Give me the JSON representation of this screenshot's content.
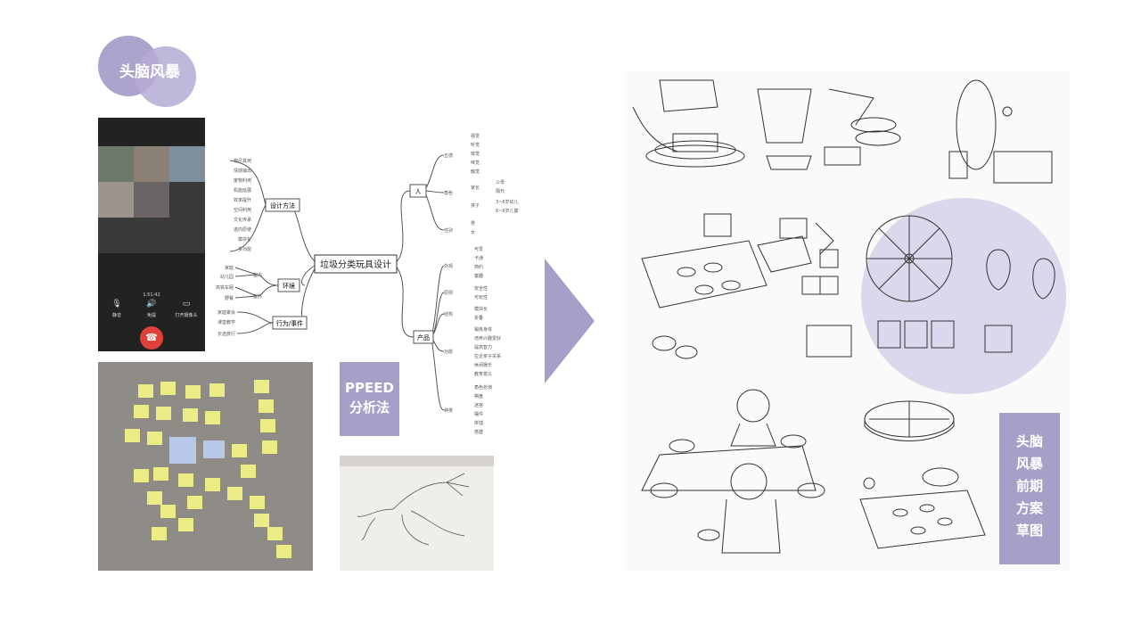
{
  "title_badge": "头脑风暴",
  "ppeed_badge": [
    "PPEED",
    "分析法"
  ],
  "sketch_badge": [
    "头脑",
    "风暴",
    "前期",
    "方案",
    "草图"
  ],
  "phone": {
    "time": "1:51:42",
    "controls": [
      "静音",
      "免提",
      "打开摄像头"
    ]
  },
  "mindmap": {
    "center": "垃圾分类玩具设计",
    "left": [
      {
        "label": "设计方法",
        "items": [
          "物尽其用",
          "情感输出",
          "废物利用",
          "机能延展",
          "效率提升",
          "空间利用",
          "文化传承",
          "诺内原使",
          "模块化",
          "多功能"
        ]
      },
      {
        "label": "环境",
        "groups": [
          {
            "name": "室内",
            "items": [
              "家庭",
              "幼儿园"
            ]
          },
          {
            "name": "室外",
            "items": [
              "高铁车厢",
              "野餐"
            ]
          }
        ]
      },
      {
        "label": "行为/事件",
        "items": [
          "家庭聚会",
          "课堂教学",
          "长途旅行"
        ]
      }
    ],
    "right": [
      {
        "label": "人",
        "groups": [
          {
            "name": "五感",
            "items": [
              "视觉",
              "听觉",
              "嗅觉",
              "味觉",
              "触觉"
            ]
          },
          {
            "name": "角色",
            "items": [
              "家长",
              "孩子"
            ],
            "sub": [
              "父母",
              "隔代",
              "3~6岁幼儿",
              "6~9岁儿童"
            ]
          },
          {
            "name": "性别",
            "items": [
              "男",
              "女"
            ]
          }
        ]
      },
      {
        "label": "产品",
        "groups": [
          {
            "name": "外观",
            "items": [
              "可爱",
              "卡通",
              "简约",
              "童趣"
            ]
          },
          {
            "name": "原则",
            "items": [
              "安全性",
              "可玩性"
            ]
          },
          {
            "name": "结构",
            "items": [
              "模块化",
              "折叠"
            ]
          },
          {
            "name": "功能",
            "items": [
              "锻炼身体",
              "培养兴趣爱好",
              "提高智力",
              "拉近亲子关系",
              "休闲娱乐",
              "教育意义"
            ]
          },
          {
            "name": "种类",
            "items": [
              "角色扮演",
              "棋盘",
              "迷宫",
              "摆件",
              "拼插",
              "搭建"
            ]
          }
        ]
      }
    ]
  }
}
